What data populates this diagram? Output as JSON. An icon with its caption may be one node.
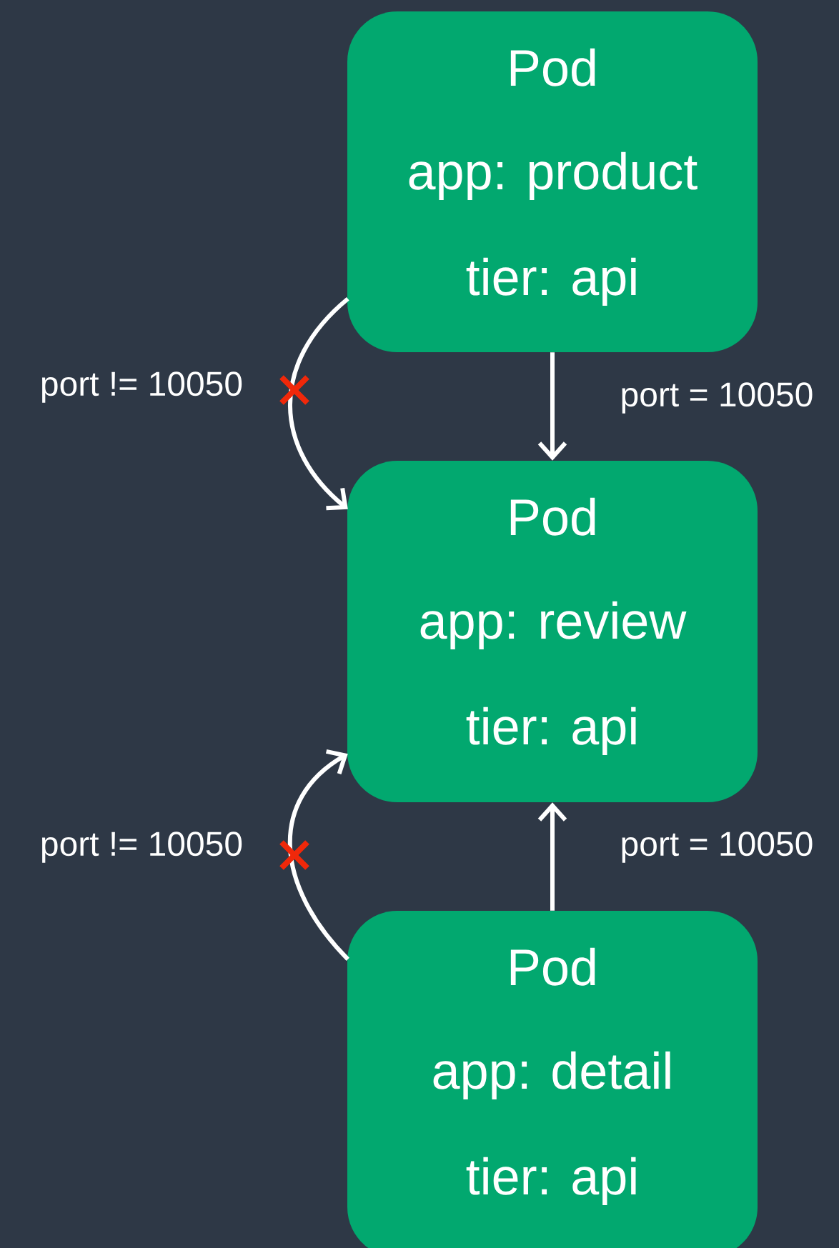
{
  "diagram": {
    "nodes": [
      {
        "text": [
          "Pod",
          "app: product",
          "tier: api"
        ]
      },
      {
        "text": [
          "Pod",
          "app: review",
          "tier: api"
        ]
      },
      {
        "text": [
          "Pod",
          "app: detail",
          "tier: api"
        ]
      }
    ],
    "edges": [
      {
        "from": 0,
        "to": 1,
        "arrow": "to",
        "label": "port = 10050"
      },
      {
        "from": 0,
        "to": 1,
        "arrow": "to",
        "label": "port != 10050"
      },
      {
        "from": 2,
        "to": 1,
        "arrow": "to",
        "label": "port = 10050"
      },
      {
        "from": 2,
        "to": 1,
        "arrow": "to",
        "label": "port != 10050"
      }
    ]
  }
}
